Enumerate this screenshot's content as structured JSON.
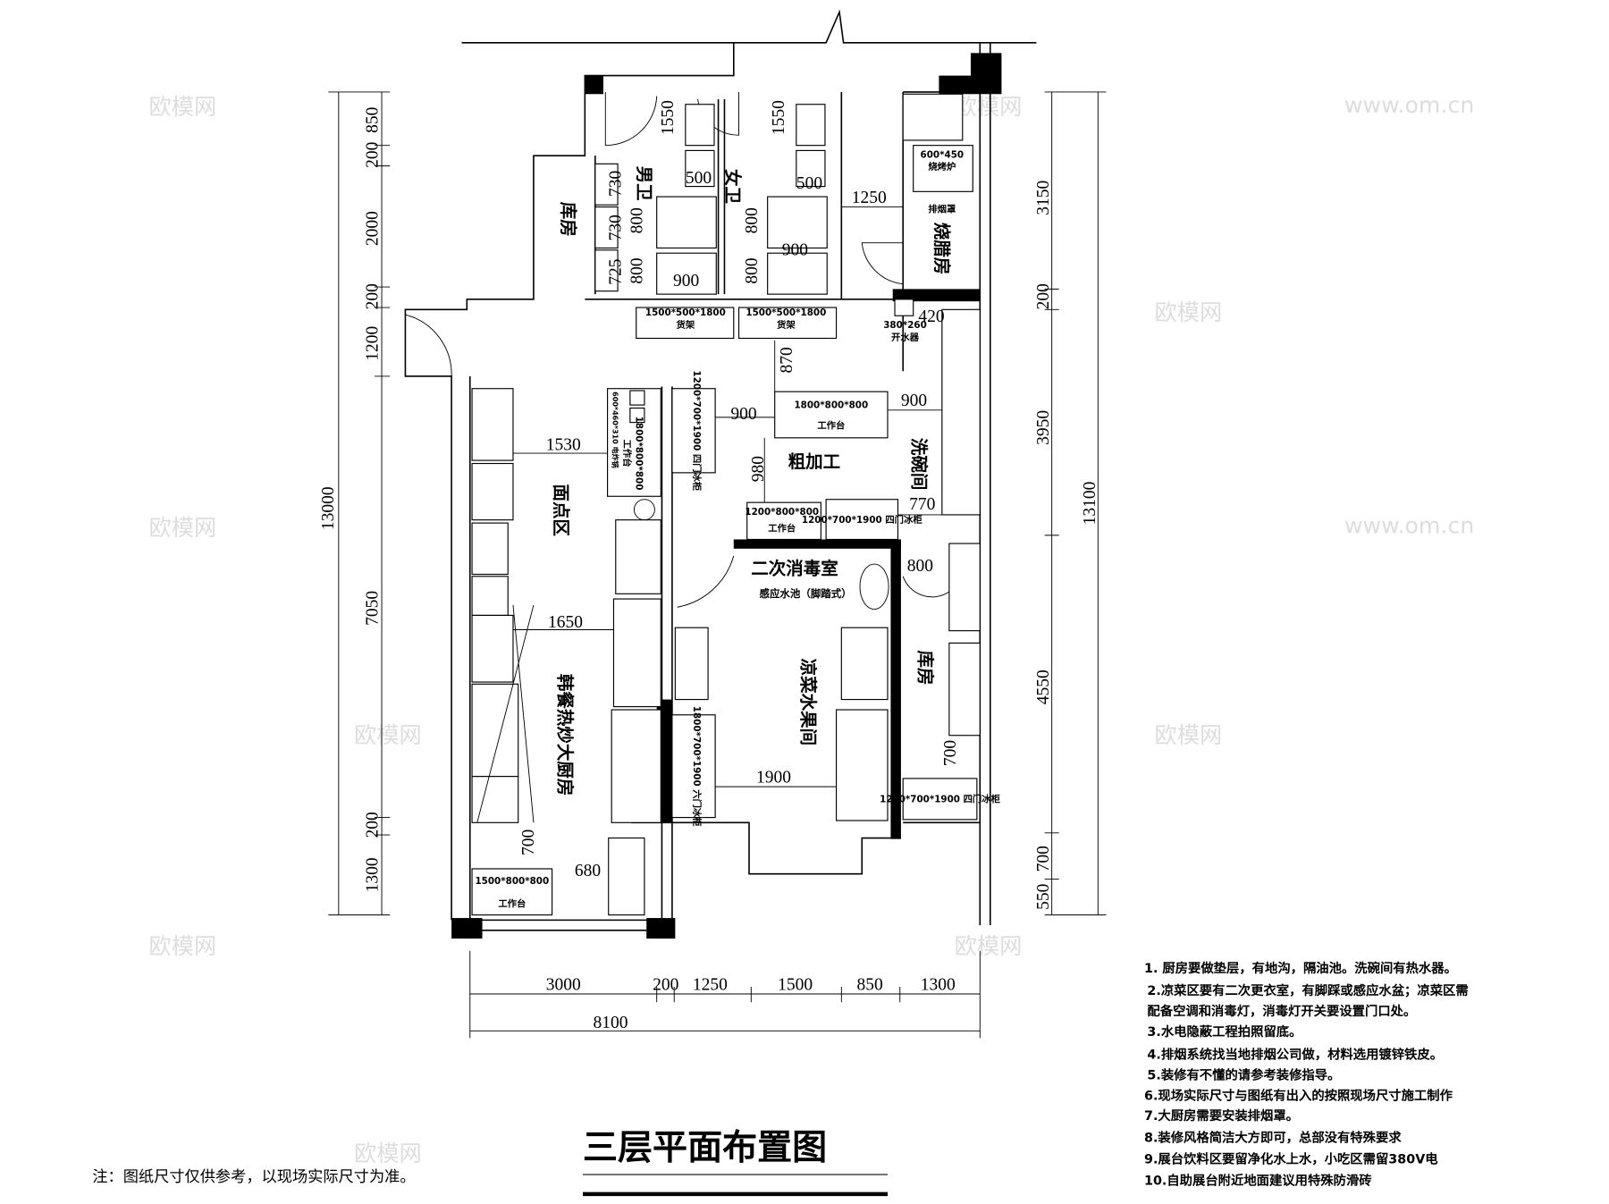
{
  "title": "三层平面布置图",
  "footnote": "注：图纸尺寸仅供参考，以现场实际尺寸为准。",
  "watermark": {
    "brand": "欧模网",
    "url": "www.om.cn"
  },
  "rooms": {
    "storage_top": "库房",
    "mens_toilet": "男卫",
    "womens_toilet": "女卫",
    "bbq_room": "烧腊房",
    "pastry_area": "面点区",
    "rough_processing": "粗加工",
    "dishwashing": "洗碗间",
    "disinfection_room": "二次消毒室",
    "sensor_sink": "感应水池（脚踏式）",
    "storage_right": "库房",
    "cold_dish_fruit": "凉菜水果间",
    "korean_kitchen": "韩餐热炒大厨房"
  },
  "equipment": {
    "workbench_main_size": "1800*800*800",
    "workbench_main": "工作台",
    "shelf1_size": "1500*500*1800",
    "shelf1": "货架",
    "shelf2_size": "1500*500*1800",
    "shelf2": "货架",
    "workbench_bottom_size": "1500*800*800",
    "workbench_bottom": "工作台",
    "workbench_small_size": "1200*800*800",
    "workbench_small": "工作台",
    "grill_size": "600*450",
    "grill": "烧烤炉",
    "water_heater_size": "380*260",
    "water_heater": "开水器",
    "hood": "排烟罩",
    "fridge_4door_a": "1200*700*1900 四门冰柜",
    "fridge_4door_b": "1200*700*1900 四门冰柜",
    "fridge_6door": "1800*700*1900 六门冰柜",
    "fridge_4door_c": "1200*700*1900 四门冰柜",
    "workbench_left_size": "1800*800*800",
    "workbench_left": "工作台",
    "fryer": "600*460*310 电炸锅"
  },
  "dimensions": {
    "left": [
      "850",
      "200",
      "2000",
      "200",
      "1200",
      "7050",
      "200",
      "1300"
    ],
    "left_total": "13000",
    "right": [
      "3150",
      "200",
      "3950",
      "4550",
      "700",
      "550"
    ],
    "right_total": "13100",
    "bottom": [
      "3000",
      "200",
      "1250",
      "1500",
      "850",
      "1300"
    ],
    "bottom_total": "8100",
    "inner": {
      "d1550a": "1550",
      "d1550b": "1550",
      "d500a": "500",
      "d500b": "500",
      "d730a": "730",
      "d730b": "730",
      "d725": "725",
      "d800a": "800",
      "d800b": "800",
      "d800c": "800",
      "d800d": "800",
      "d900a": "900",
      "d900b": "900",
      "d1250": "1250",
      "d420": "420",
      "d870": "870",
      "d900c": "900",
      "d900d": "900",
      "d1530": "1530",
      "d980": "980",
      "d770": "770",
      "d800e": "800",
      "d1650": "1650",
      "d1900": "1900",
      "d700a": "700",
      "d700b": "700",
      "d680": "680"
    }
  },
  "notes": [
    "1. 厨房要做垫层，有地沟，隔油池。洗碗间有热水器。",
    "2.凉菜区要有二次更衣室，有脚踩或感应水盆；凉菜区需",
    "配备空调和消毒灯，消毒灯开关要设置门口处。",
    "3.水电隐蔽工程拍照留底。",
    "4.排烟系统找当地排烟公司做，材料选用镀锌铁皮。",
    "5.装修有不懂的请参考装修指导。",
    "6.现场实际尺寸与图纸有出入的按照现场尺寸施工制作",
    "7.大厨房需要安装排烟罩。",
    "8.装修风格简洁大方即可，总部没有特殊要求",
    "9.展台饮料区要留净化水上水，小吃区需留380V电",
    "10.自助展台附近地面建议用特殊防滑砖"
  ]
}
